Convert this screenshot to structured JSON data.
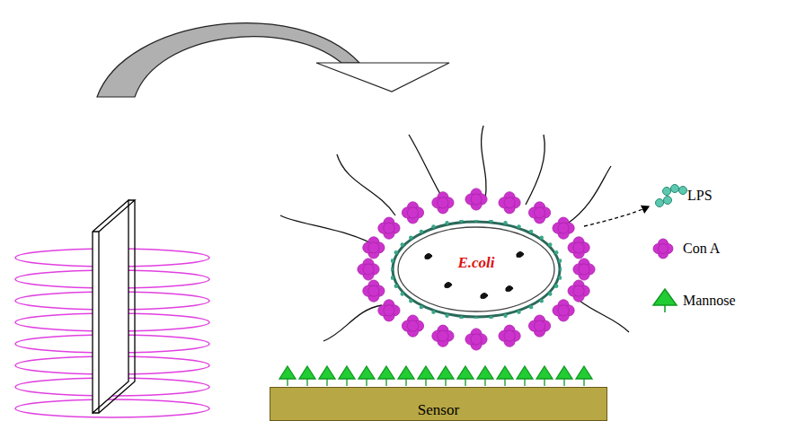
{
  "diagram": {
    "nodes": [
      {
        "text": [
          "E.coli"
        ]
      },
      {
        "text": [
          "Sensor"
        ]
      }
    ],
    "legend": [
      {
        "text": "LPS"
      },
      {
        "text": "Con A"
      },
      {
        "text": "Mannose"
      }
    ]
  }
}
